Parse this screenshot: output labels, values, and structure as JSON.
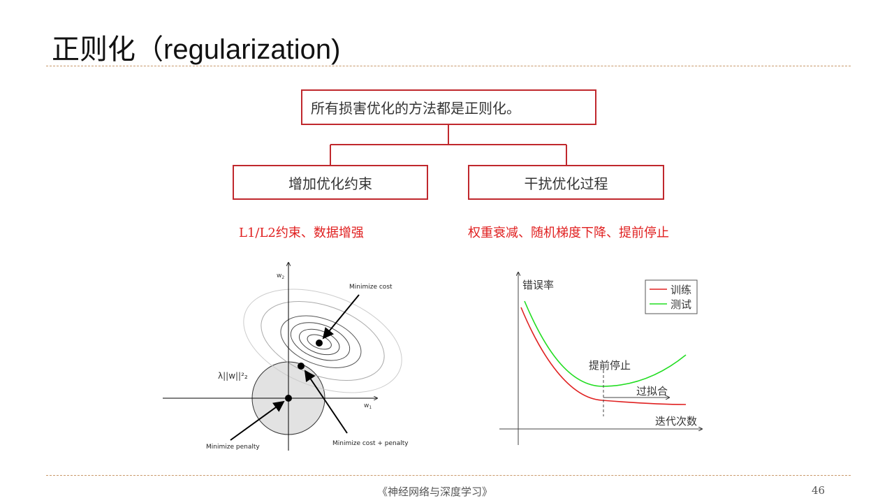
{
  "title": "正则化（regularization)",
  "tree": {
    "root": "所有损害优化的方法都是正则化。",
    "left": "增加优化约束",
    "right": "干扰优化过程"
  },
  "left_examples": "L1/L2约束、数据增强",
  "right_examples": "权重衰减、随机梯度下降、提前停止",
  "fig_left": {
    "w2": "w",
    "w2_sub": "2",
    "w1": "w",
    "w1_sub": "1",
    "penalty_term": "λ||w||²₂",
    "min_cost": "Minimize cost",
    "min_penalty": "Minimize penalty",
    "min_both": "Minimize cost + penalty"
  },
  "fig_right": {
    "ylabel": "错误率",
    "xlabel": "迭代次数",
    "legend_train": "训练",
    "legend_test": "测试",
    "early_stop": "提前停止",
    "overfit": "过拟合",
    "train_color": "#e02020",
    "test_color": "#22dd22"
  },
  "footer": {
    "book": "《神经网络与深度学习》",
    "page": "46"
  }
}
